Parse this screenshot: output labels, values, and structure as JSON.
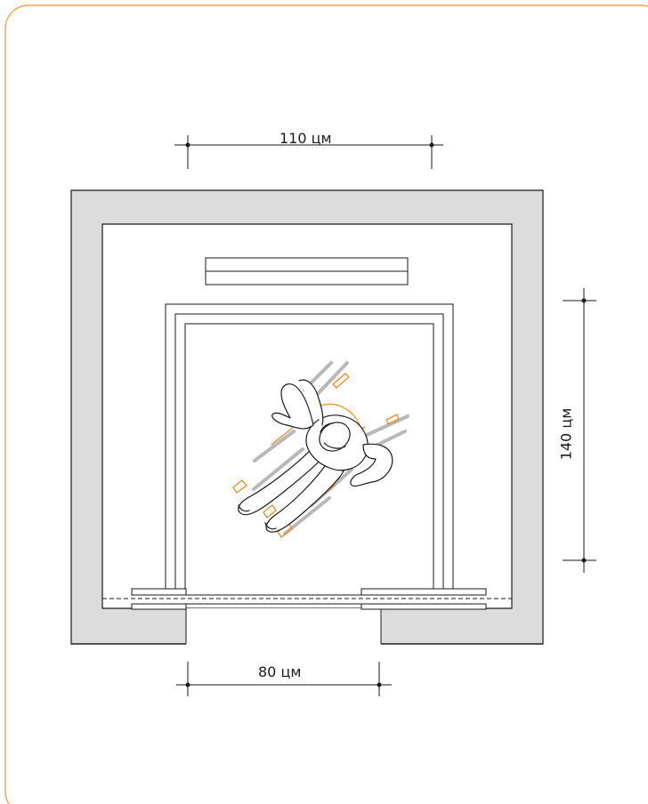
{
  "dimensions": {
    "cabin_width": "110 цм",
    "cabin_depth": "140 цм",
    "door_width": "80 цм"
  },
  "colors": {
    "frame_border": "#f0a44a",
    "wall_fill": "#dcdcdd",
    "line": "#1a1a1a",
    "motion_gray": "#b8b8bb",
    "motion_orange": "#f08a1c"
  },
  "figure": {
    "subject": "person lying on stretcher, top view",
    "icon": "person-top-view-icon"
  }
}
